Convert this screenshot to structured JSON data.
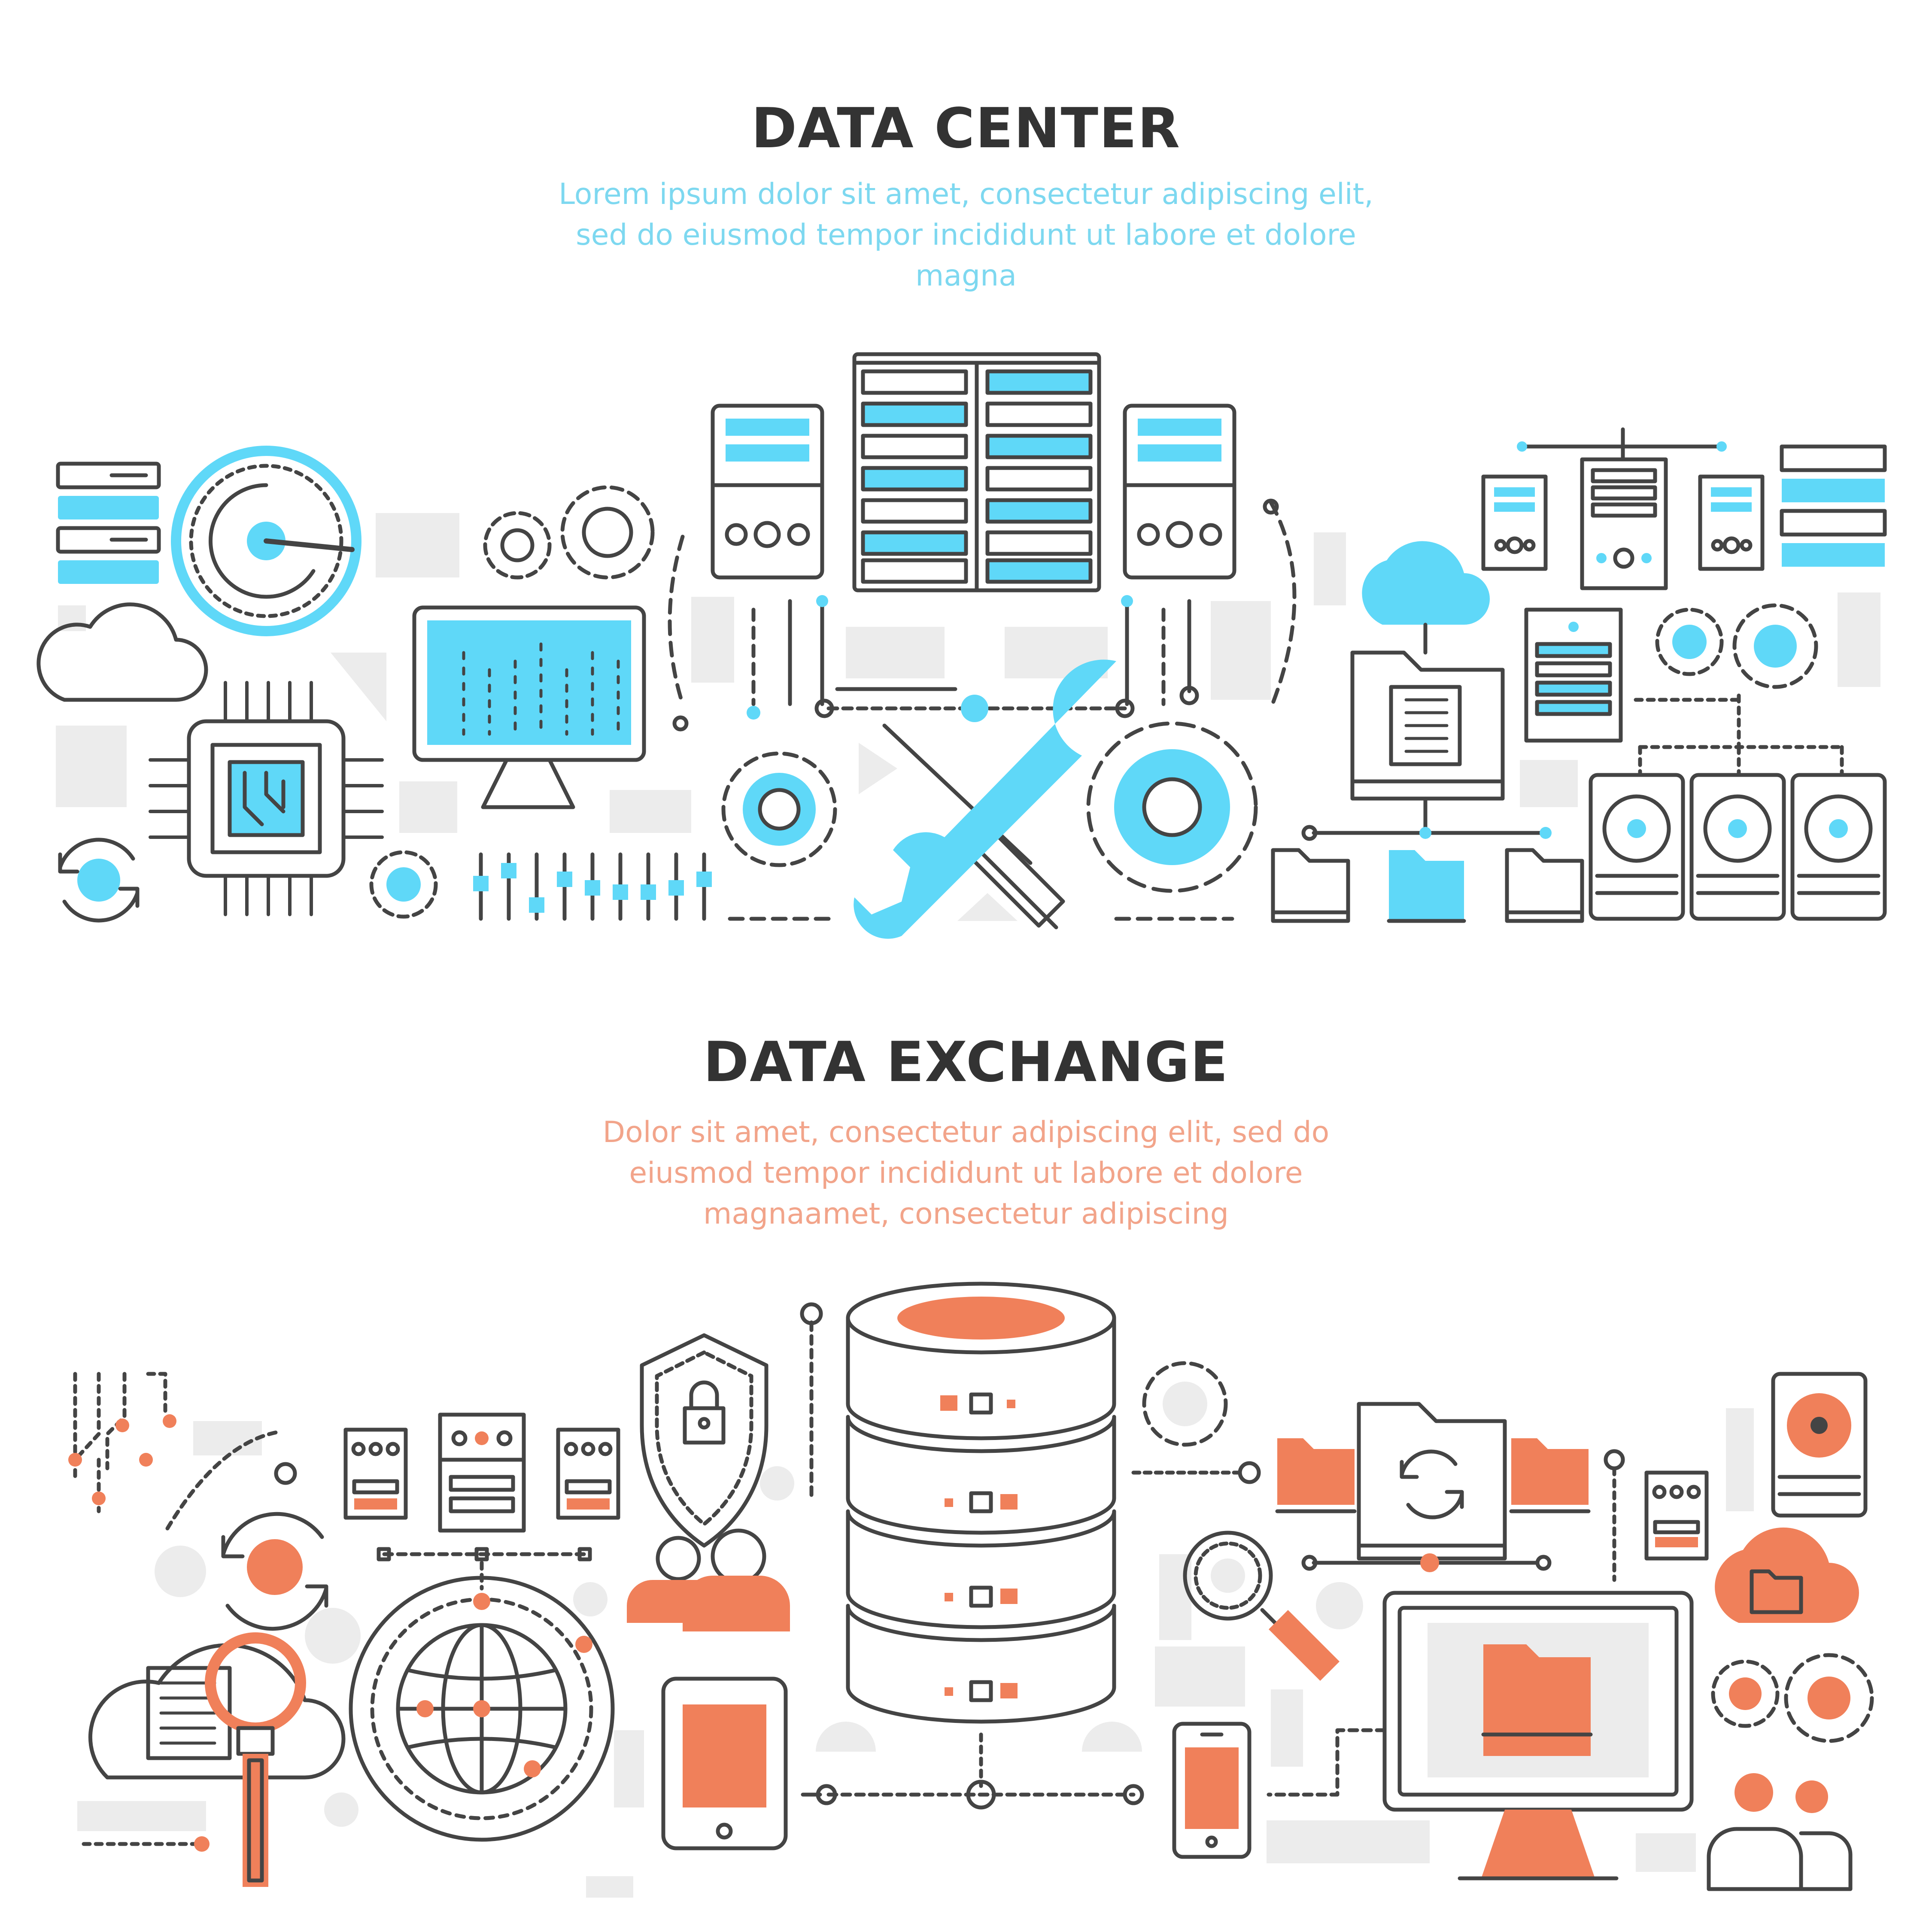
{
  "sections": [
    {
      "title": "DATA CENTER",
      "subtitle": "Lorem ipsum dolor sit amet, consectetur adipiscing elit, sed do eiusmod tempor incididunt ut labore et dolore magna"
    },
    {
      "title": "DATA EXCHANGE",
      "subtitle": "Dolor sit amet, consectetur adipiscing elit, sed do eiusmod tempor incididunt ut labore et dolore magnaamet, consectetur adipiscing"
    }
  ],
  "colors": {
    "outline": "#444444",
    "blue_accent": "#5fd8f8",
    "orange_accent": "#f0805a",
    "blue_text": "#7dd8f0",
    "orange_text": "#f2a48a",
    "placeholder_gray": "#ececec"
  },
  "icons": {
    "data_center": [
      "server-rack-icon",
      "tower-server-icon",
      "gauge-icon",
      "cloud-icon",
      "cpu-chip-icon",
      "sync-icon",
      "gear-icon",
      "monitor-icon",
      "wrench-icon",
      "screwdriver-icon",
      "slider-bar-icon",
      "folder-icon",
      "document-icon",
      "hard-drive-icon",
      "network-tree-icon"
    ],
    "data_exchange": [
      "database-icon",
      "shield-lock-icon",
      "users-icon",
      "globe-icon",
      "magnifier-icon",
      "cloud-document-icon",
      "tablet-icon",
      "smartphone-icon",
      "folder-sync-icon",
      "monitor-folder-icon",
      "gear-icon",
      "hard-drive-icon",
      "cloud-folder-icon",
      "server-icon"
    ]
  }
}
